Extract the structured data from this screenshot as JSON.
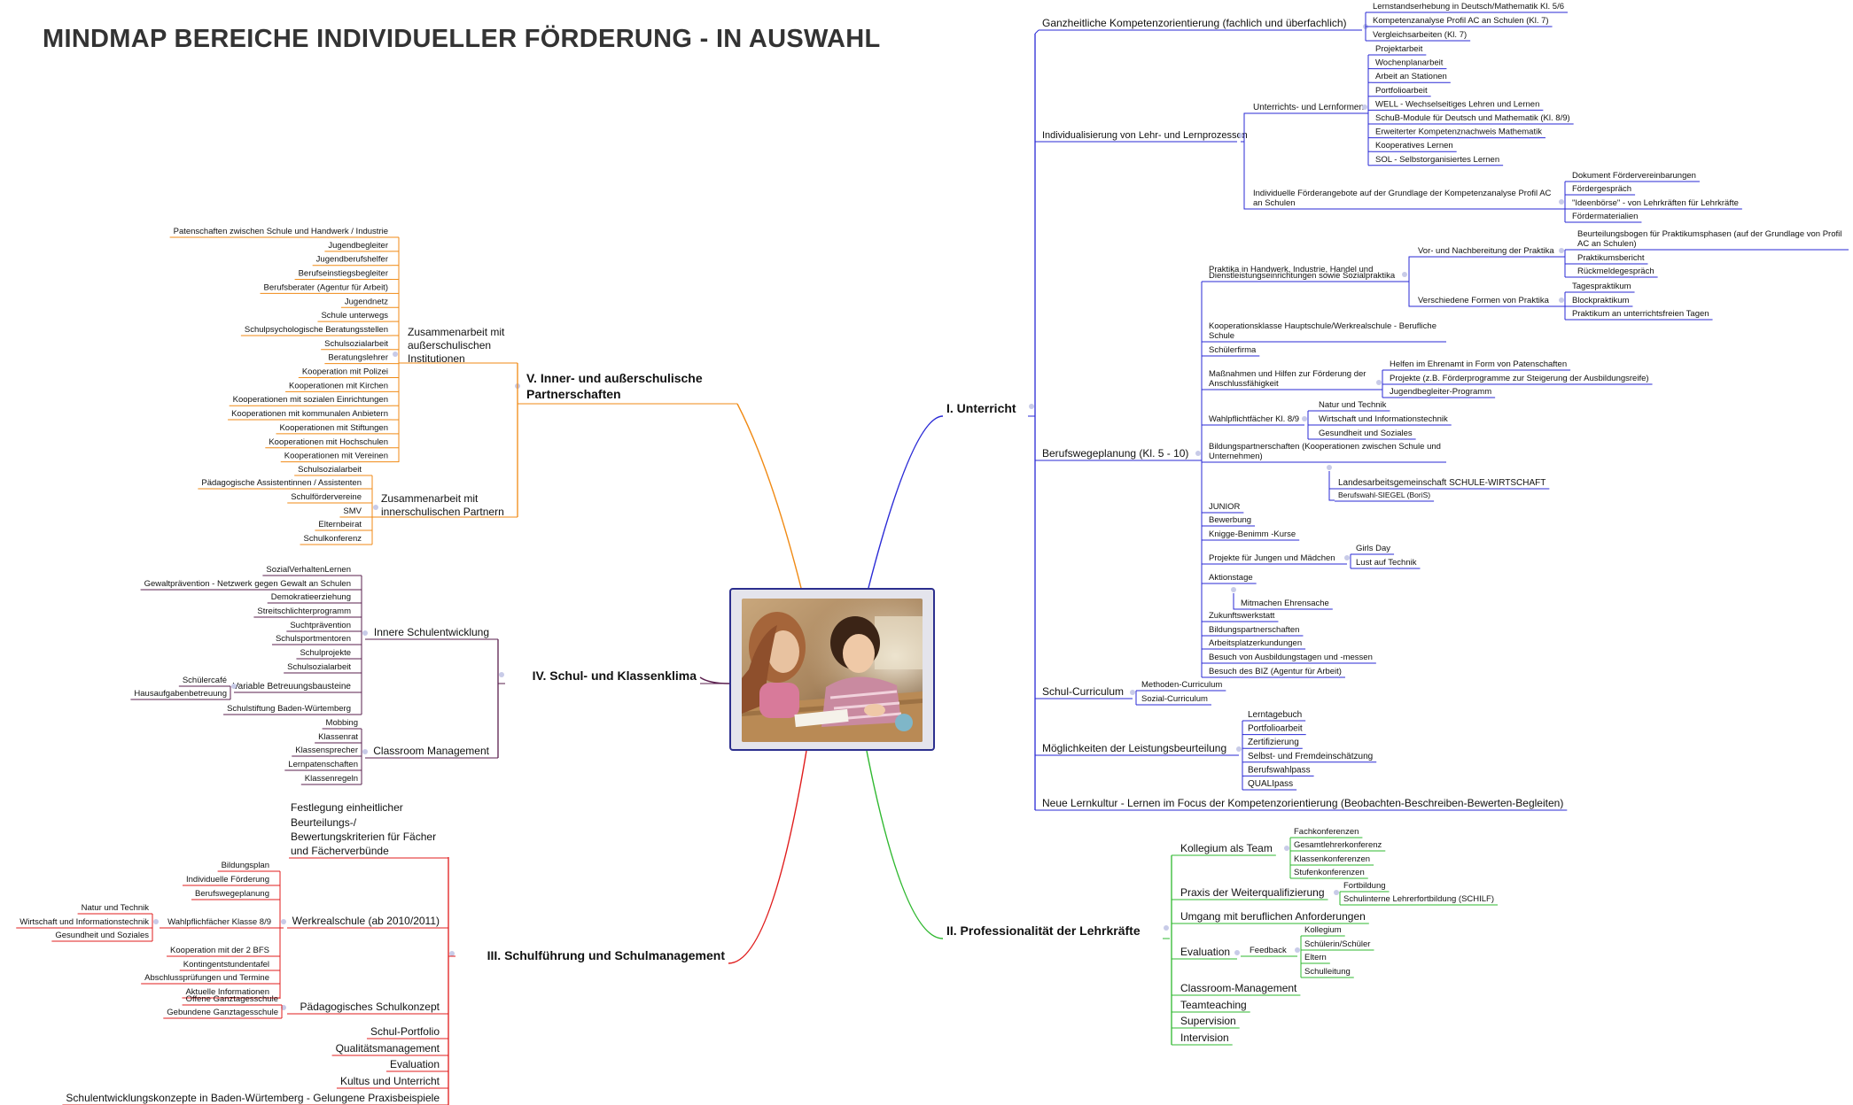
{
  "title": "MINDMAP BEREICHE INDIVIDUELLER FÖRDERUNG - IN AUSWAHL",
  "colors": {
    "unterricht": "#2a2ad6",
    "professionalitaet": "#2fb82f",
    "schulfuehrung": "#e01c1c",
    "klima": "#5a1f4e",
    "partnerschaften": "#f08a14"
  },
  "center": {
    "image": "photo of two girls working at a classroom desk"
  },
  "branches": {
    "unterricht": {
      "label": "I. Unterricht",
      "ganzheitlich": {
        "label": "Ganzheitliche Kompetenzorientierung (fachlich und überfachlich)",
        "items": [
          "Lernstandserhebung in Deutsch/Mathematik Kl. 5/6",
          "Kompetenzanalyse Profil AC an Schulen (Kl. 7)",
          "Vergleichsarbeiten (Kl. 7)"
        ]
      },
      "individualisierung": {
        "label": "Individualisierung von Lehr- und Lernprozessen",
        "formen": {
          "label": "Unterrichts- und Lernformen",
          "items": [
            "Projektarbeit",
            "Wochenplanarbeit",
            "Arbeit an Stationen",
            "Portfolioarbeit",
            "WELL - Wechselseitiges Lehren und Lernen",
            "SchuB-Module für Deutsch und Mathematik (Kl. 8/9)",
            "Erweiterter Kompetenznachweis Mathematik",
            "Kooperatives Lernen",
            "SOL - Selbstorganisiertes Lernen"
          ]
        },
        "foerderangebote": {
          "label_line1": "Individuelle Förderangebote auf der Grundlage der Kompetenzanalyse Profil AC",
          "label_line2": "an Schulen",
          "items": [
            "Dokument Fördervereinbarungen",
            "Fördergespräch",
            "\"Ideenbörse\" - von Lehrkräften für Lehrkräfte",
            "Fördermaterialien"
          ]
        }
      },
      "berufswege": {
        "label": "Berufswegeplanung (Kl. 5 - 10)",
        "praktika": {
          "label_line1": "Praktika in Handwerk, Industrie, Handel und",
          "label_line2": "Dienstleistungseinrichtungen sowie Sozialpraktika",
          "vor": {
            "label": "Vor- und Nachbereitung der Praktika",
            "items": [
              "Beurteilungsbogen für Praktikumsphasen (auf der Grundlage von Profil",
              "AC an Schulen)",
              "Praktikumsbericht",
              "Rückmeldegespräch"
            ]
          },
          "formen": {
            "label": "Verschiedene Formen von Praktika",
            "items": [
              "Tagespraktikum",
              "Blockpraktikum",
              "Praktikum an unterrichtsfreien Tagen"
            ]
          }
        },
        "kooperationsklasse": [
          "Kooperationsklasse Hauptschule/Werkrealschule - Berufliche",
          "Schule"
        ],
        "schuelerfirma": "Schülerfirma",
        "massnahmen": {
          "label_line1": "Maßnahmen und Hilfen zur Förderung der",
          "label_line2": "Anschlussfähigkeit",
          "items": [
            "Helfen im Ehrenamt in Form von Patenschaften",
            "Projekte (z.B. Förderprogramme zur Steigerung der Ausbildungsreife)",
            "Jugendbegleiter-Programm"
          ]
        },
        "wahlpflicht": {
          "label": "Wahlpflichtfächer Kl. 8/9",
          "items": [
            "Natur und Technik",
            "Wirtschaft und Informationstechnik",
            "Gesundheit und Soziales"
          ]
        },
        "bildungspartner": {
          "label_line1": "Bildungspartnerschaften (Kooperationen zwischen Schule und",
          "label_line2": "Unternehmen)",
          "items": [
            "Landesarbeitsgemeinschaft SCHULE-WIRTSCHAFT",
            "Berufswahl-SIEGEL (BoriS)"
          ]
        },
        "simple_items": [
          "JUNIOR",
          "Bewerbung",
          "Knigge-Benimm -Kurse"
        ],
        "projekte": {
          "label": "Projekte für Jungen und Mädchen",
          "items": [
            "Girls Day",
            "Lust auf Technik"
          ]
        },
        "aktionstage": {
          "label": "Aktionstage",
          "items": [
            "Mitmachen Ehrensache"
          ]
        },
        "rest_items": [
          "Zukunftswerkstatt",
          "Bildungspartnerschaften",
          "Arbeitsplatzerkundungen",
          "Besuch von Ausbildungstagen und  -messen",
          "Besuch des BIZ  (Agentur für Arbeit)"
        ]
      },
      "curriculum": {
        "label": "Schul-Curriculum",
        "items": [
          "Methoden-Curriculum",
          "Sozial-Curriculum"
        ]
      },
      "leistung": {
        "label": "Möglichkeiten der Leistungsbeurteilung",
        "items": [
          "Lerntagebuch",
          "Portfolioarbeit",
          "Zertifizierung",
          "Selbst- und Fremdeinschätzung",
          "Berufswahlpass",
          "QUALIpass"
        ]
      },
      "lernkultur": "Neue Lernkultur - Lernen im Focus der Kompetenzorientierung (Beobachten-Beschreiben-Bewerten-Begleiten)"
    },
    "professionalitaet": {
      "label": "II. Professionalität der Lehrkräfte",
      "kollegium": {
        "label": "Kollegium als Team",
        "items": [
          "Fachkonferenzen",
          "Gesamtlehrerkonferenz",
          "Klassenkonferenzen",
          "Stufenkonferenzen"
        ]
      },
      "weiterqual": {
        "label": "Praxis der Weiterqualifizierung",
        "items": [
          "Fortbildung",
          "Schulinterne Lehrerfortbildung (SCHILF)"
        ]
      },
      "umgang": "Umgang mit beruflichen Anforderungen",
      "evaluation": {
        "label": "Evaluation",
        "feedback": "Feedback",
        "items": [
          "Kollegium",
          "Schülerin/Schüler",
          "Eltern",
          "Schulleitung"
        ]
      },
      "others": [
        "Classroom-Management",
        "Teamteaching",
        "Supervision",
        "Intervision"
      ]
    },
    "schulfuehrung": {
      "label": "III. Schulführung und Schulmanagement",
      "festlegung": [
        "Festlegung einheitlicher",
        "Beurteilungs-/",
        "Bewertungskriterien für Fächer",
        "und Fächerverbünde"
      ],
      "werkrealschule": {
        "label": "Werkrealschule (ab 2010/2011)",
        "items_top": [
          "Bildungsplan",
          "Individuelle Förderung",
          "Berufswegeplanung"
        ],
        "wahlpflicht": {
          "label": "Wahlpflichfächer Klasse 8/9",
          "items": [
            "Natur und Technik",
            "Wirtschaft und Informationstechnik",
            "Gesundheit und Soziales"
          ]
        },
        "items_bottom": [
          "Kooperation mit der 2 BFS",
          "Kontingentstundentafel",
          "Abschlussprüfungen und Termine",
          "Aktuelle Informationen"
        ]
      },
      "paedagogisch": {
        "label": "Pädagogisches Schulkonzept",
        "items": [
          "Offene Ganztagesschule",
          "Gebundene Ganztagesschule"
        ]
      },
      "others": [
        "Schul-Portfolio",
        "Qualitätsmanagement",
        "Evaluation",
        "Kultus und Unterricht",
        "Schulentwicklungskonzepte in Baden-Würtemberg - Gelungene Praxisbeispiele"
      ]
    },
    "klima": {
      "label": "IV. Schul- und Klassenklima",
      "innere": {
        "label": "Innere Schulentwicklung",
        "items": [
          "SozialVerhaltenLernen",
          "Gewaltprävention - Netzwerk gegen Gewalt an Schulen",
          "Demokratieerziehung",
          "Streitschlichterprogramm",
          "Suchtprävention",
          "Schulsportmentoren",
          "Schulprojekte",
          "Schulsozialarbeit"
        ],
        "variable": {
          "label": "Variable Betreuungsbausteine",
          "items": [
            "Schülercafé",
            "Hausaufgabenbetreuung"
          ]
        },
        "stiftung": "Schulstiftung Baden-Würtemberg"
      },
      "classroom": {
        "label": "Classroom Management",
        "items": [
          "Mobbing",
          "Klassenrat",
          "Klassensprecher",
          "Lernpatenschaften",
          "Klassenregeln"
        ]
      }
    },
    "partnerschaften": {
      "label_line1": "V. Inner- und außerschulische",
      "label_line2": "Partnerschaften",
      "ausser": {
        "label_lines": [
          "Zusammenarbeit mit",
          "außerschulischen",
          "Institutionen"
        ],
        "items": [
          "Patenschaften zwischen Schule und Handwerk / Industrie",
          "Jugendbegleiter",
          "Jugendberufshelfer",
          "Berufseinstiegsbegleiter",
          "Berufsberater (Agentur für Arbeit)",
          "Jugendnetz",
          "Schule unterwegs",
          "Schulpsychologische Beratungsstellen",
          "Schulsozialarbeit",
          "Beratungslehrer",
          "Kooperation mit Polizei",
          "Kooperationen mit Kirchen",
          "Kooperationen mit sozialen Einrichtungen",
          "Kooperationen mit kommunalen Anbietern",
          "Kooperationen mit Stiftungen",
          "Kooperationen mit Hochschulen",
          "Kooperationen mit Vereinen"
        ]
      },
      "inner": {
        "label_lines": [
          "Zusammenarbeit mit",
          "innerschulischen Partnern"
        ],
        "items": [
          "Schulsozialarbeit",
          "Pädagogische Assistentinnen / Assistenten",
          "Schulfördervereine",
          "SMV",
          "Elternbeirat",
          "Schulkonferenz"
        ]
      }
    }
  }
}
